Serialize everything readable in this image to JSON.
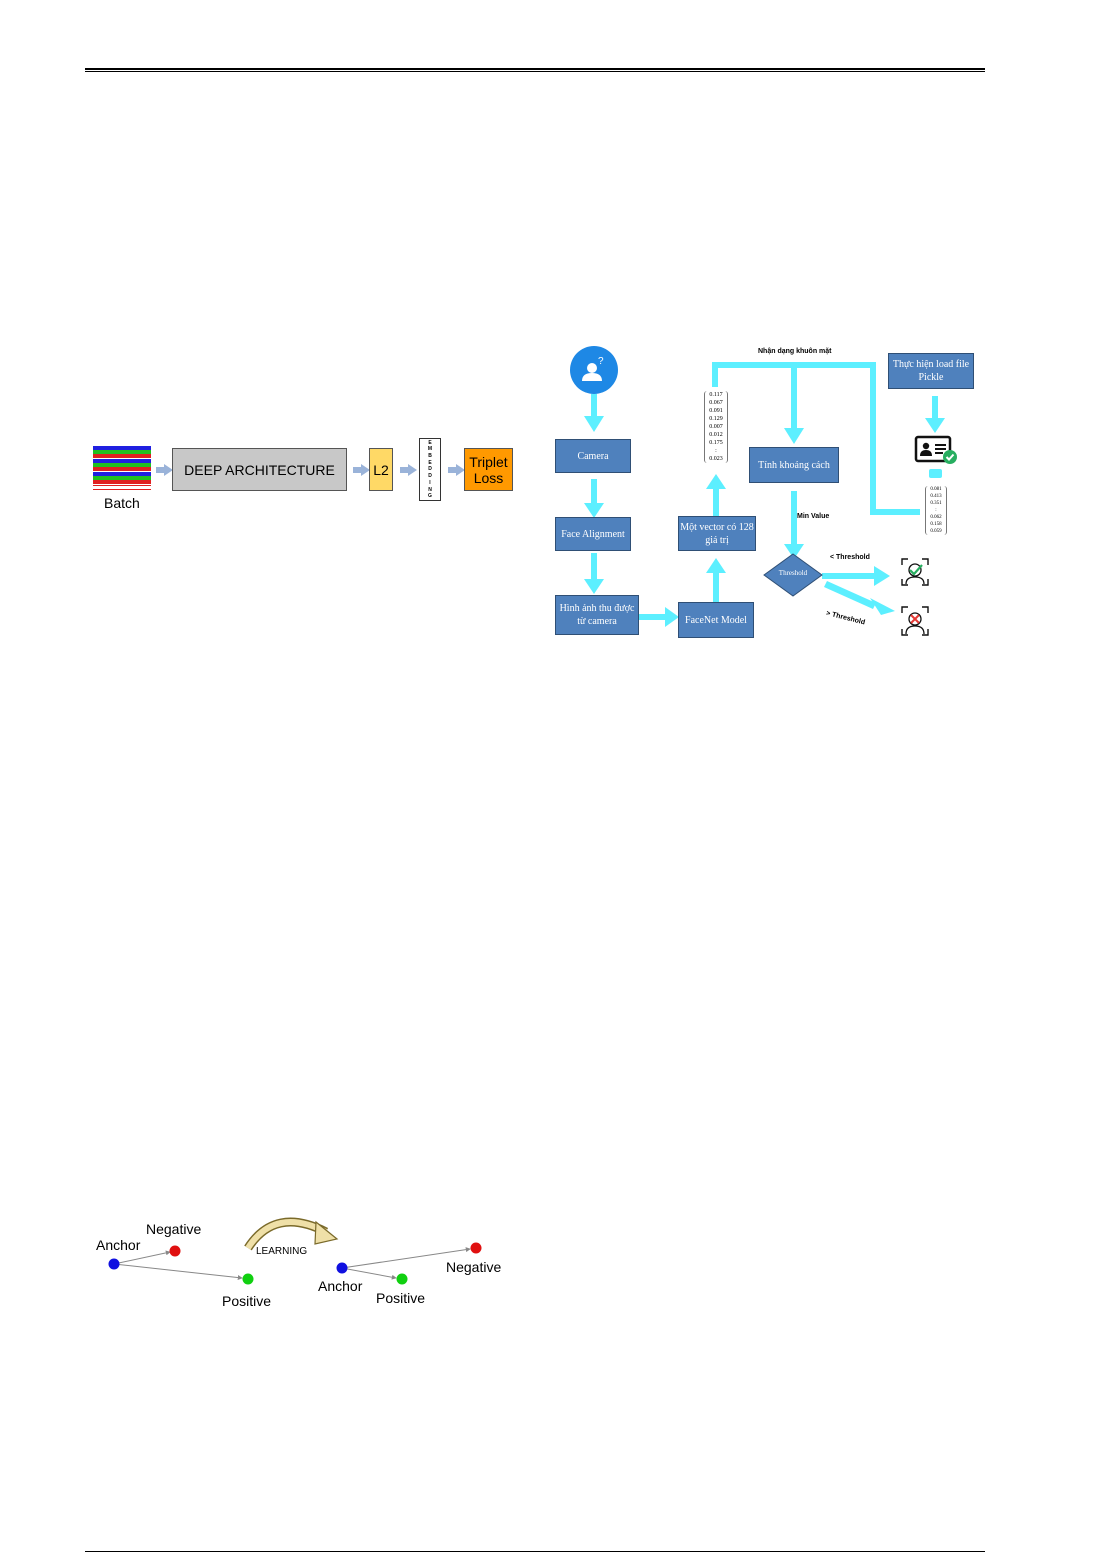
{
  "pipeline": {
    "batch_label": "Batch",
    "deep_architecture_label": "DEEP ARCHITECTURE",
    "l2_label": "L2",
    "embedding_letters": [
      "E",
      "M",
      "B",
      "E",
      "D",
      "D",
      "I",
      "N",
      "G"
    ],
    "triplet_loss_line1": "Triplet",
    "triplet_loss_line2": "Loss",
    "colors": {
      "deep_box": "#c8c8c8",
      "l2_box": "#ffd966",
      "loss_box": "#ff9900",
      "arrow": "#9ab3d9"
    }
  },
  "flowchart": {
    "top_label": "Nhận dạng khuôn mặt",
    "load_box": "Thực hiện load file Pickle",
    "camera_box": "Camera",
    "face_alignment_box": "Face Alignment",
    "image_box": "Hình ảnh thu được từ camera",
    "facenet_box": "FaceNet Model",
    "vector_box": "Một vector có 128 giá trị",
    "distance_box": "Tính khoảng cách",
    "min_value_label": "Min Value",
    "threshold_label": "Threshold",
    "lt_threshold_label": "< Threshold",
    "gt_threshold_label": "> Threshold",
    "vector_values": [
      "0.117",
      "0.067",
      "0.091",
      "0.129",
      "0.007",
      "0.012",
      "0.175",
      ":",
      "0.023"
    ],
    "stored_vector_values": [
      "0.081",
      "0.413",
      "0.351",
      ":",
      "0.062",
      "0.158",
      "0.059"
    ],
    "colors": {
      "flow": "#5cefff",
      "box": "#4f81bd",
      "user_icon": "#1e88e5",
      "check": "#27ae60",
      "cross": "#e53935"
    }
  },
  "triplet": {
    "learning_label": "LEARNING",
    "before": {
      "anchor": "Anchor",
      "negative": "Negative",
      "positive": "Positive"
    },
    "after": {
      "anchor": "Anchor",
      "negative": "Negative",
      "positive": "Positive"
    },
    "colors": {
      "anchor": "#1010e0",
      "negative": "#e01010",
      "positive": "#10d010"
    }
  }
}
